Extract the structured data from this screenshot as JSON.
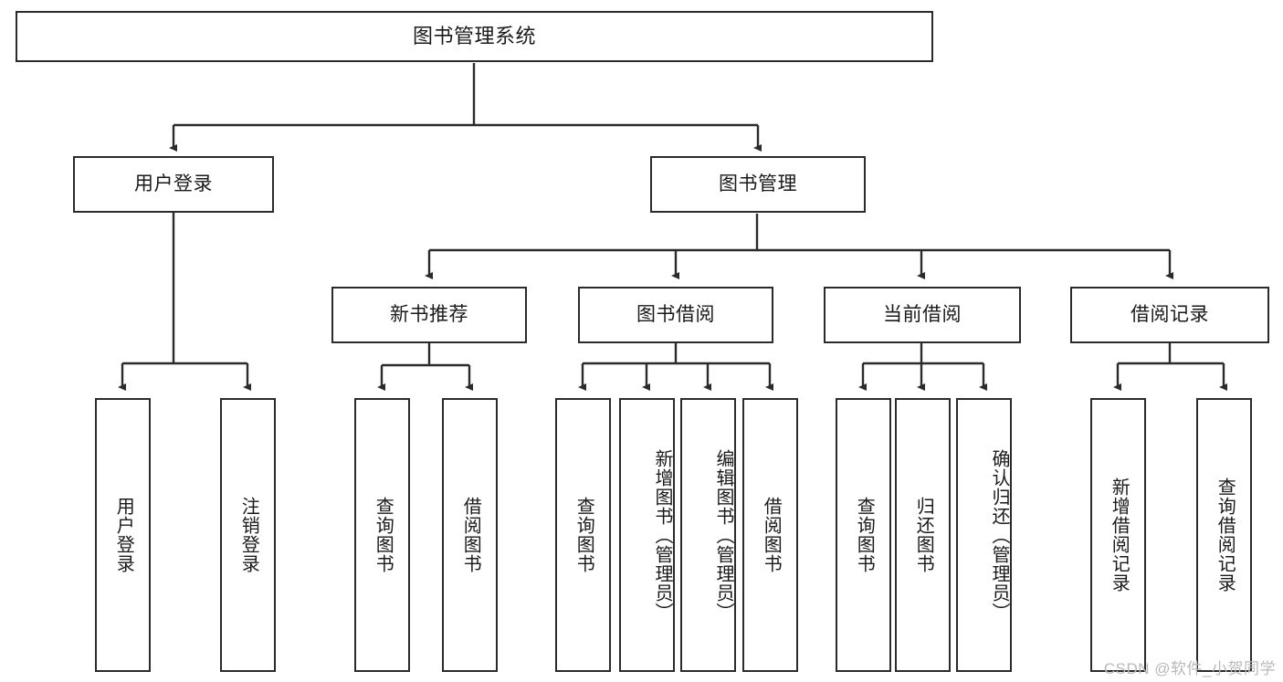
{
  "diagram": {
    "title": "图书管理系统",
    "type": "tree-hierarchy-diagram",
    "colors": {
      "box_border": "#2b2b2b",
      "box_fill": "#ffffff",
      "connector": "#2b2b2b",
      "text": "#1a1a1a",
      "watermark": "#b9b9b9"
    },
    "root": {
      "label": "图书管理系统"
    },
    "level2": [
      {
        "label": "用户登录"
      },
      {
        "label": "图书管理"
      }
    ],
    "level3": [
      {
        "label": "新书推荐"
      },
      {
        "label": "图书借阅"
      },
      {
        "label": "当前借阅"
      },
      {
        "label": "借阅记录"
      }
    ],
    "leaves": {
      "user_login": [
        {
          "label": "用户登录"
        },
        {
          "label": "注销登录"
        }
      ],
      "new_book_recommend": [
        {
          "label": "查询图书"
        },
        {
          "label": "借阅图书"
        }
      ],
      "book_borrow": [
        {
          "label": "查询图书"
        },
        {
          "label": "新增图书（管理员）"
        },
        {
          "label": "编辑图书（管理员）"
        },
        {
          "label": "借阅图书"
        }
      ],
      "current_borrow": [
        {
          "label": "查询图书"
        },
        {
          "label": "归还图书"
        },
        {
          "label": "确认归还（管理员）"
        }
      ],
      "borrow_record": [
        {
          "label": "新增借阅记录"
        },
        {
          "label": "查询借阅记录"
        }
      ]
    },
    "watermark": "CSDN @软件_小贺同学"
  }
}
